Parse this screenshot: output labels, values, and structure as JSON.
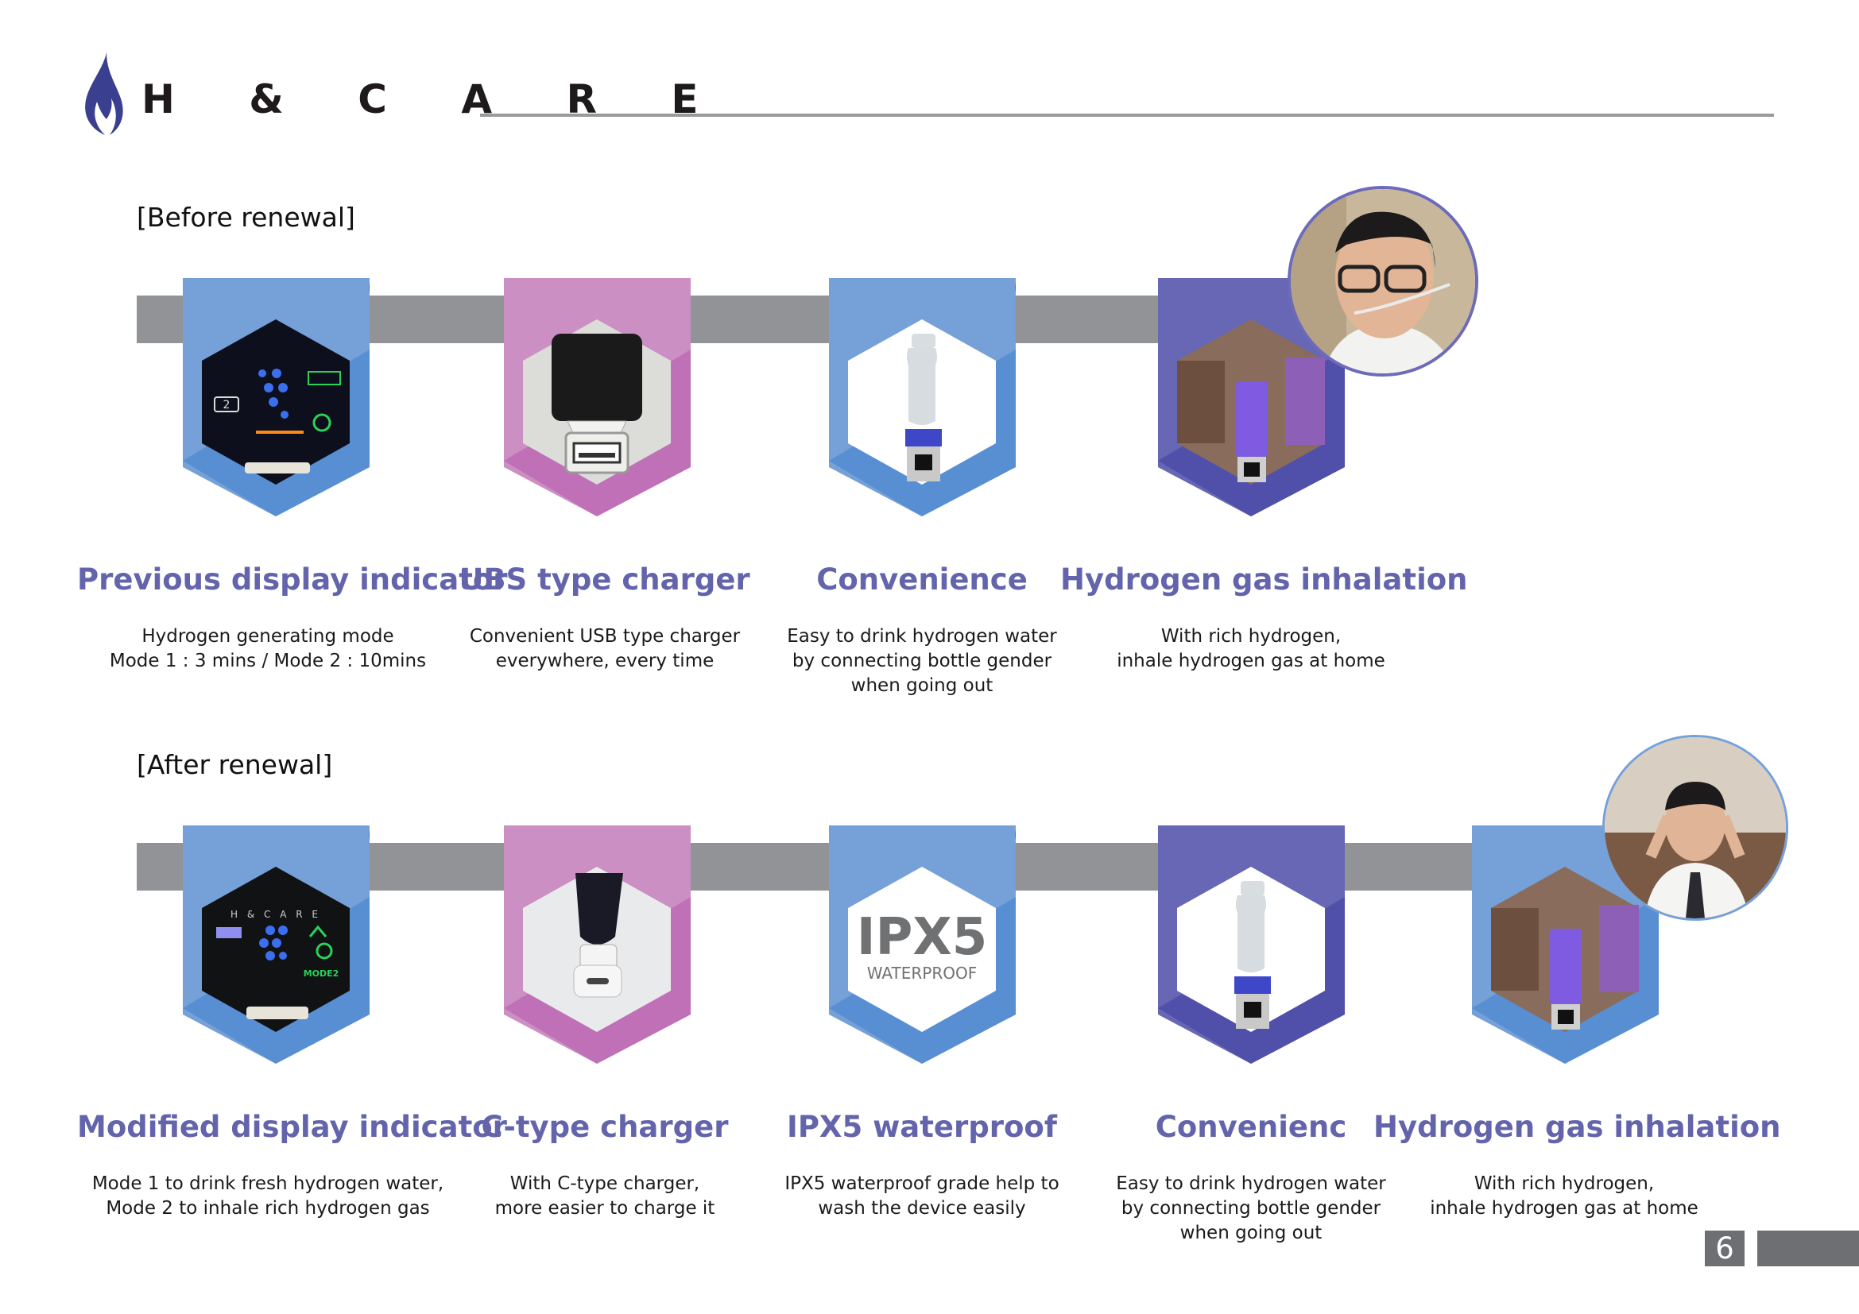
{
  "brand": {
    "name": "H & C A R E",
    "logo_color": "#3b3f8f"
  },
  "before": {
    "label": "[Before renewal]",
    "cards": [
      {
        "title": "Previous display indicator",
        "desc": [
          "Hydrogen generating mode",
          "Mode 1 : 3 mins / Mode 2 : 10mins"
        ],
        "color": "#76a0d8",
        "icon": "display-panel-icon",
        "display_text": [
          "2"
        ]
      },
      {
        "title": "UBS type charger",
        "desc": [
          "Convenient USB type charger",
          "everywhere, every time"
        ],
        "color": "#cc8fc3",
        "icon": "usb-charger-icon"
      },
      {
        "title": "Convenience",
        "desc": [
          "Easy to drink hydrogen water",
          "by connecting bottle gender",
          "when going out"
        ],
        "color": "#76a0d8",
        "icon": "bottle-device-icon"
      },
      {
        "title": "Hydrogen gas inhalation",
        "desc": [
          "With rich hydrogen,",
          "inhale hydrogen gas at home"
        ],
        "color": "#6767b5",
        "icon": "inhalation-device-icon"
      }
    ]
  },
  "after": {
    "label": "[After renewal]",
    "cards": [
      {
        "title": "Modified display indicator",
        "desc": [
          "Mode 1 to drink fresh hydrogen water,",
          "Mode 2 to inhale rich hydrogen gas"
        ],
        "color": "#76a0d8",
        "icon": "display-panel-icon",
        "display_text": [
          "H & C A R E",
          "MODE2"
        ]
      },
      {
        "title": "C-type charger",
        "desc": [
          "With C-type charger,",
          "more easier to charge it"
        ],
        "color": "#cc8fc3",
        "icon": "c-type-charger-icon"
      },
      {
        "title": "IPX5 waterproof",
        "desc": [
          "IPX5 waterproof grade help to",
          "wash the device easily"
        ],
        "color": "#76a0d8",
        "icon": "waterproof-badge-icon",
        "badge": {
          "big": "IPX5",
          "small": "WATERPROOF"
        }
      },
      {
        "title": "Convenienc",
        "desc": [
          "Easy to drink hydrogen water",
          "by connecting bottle gender",
          "when going out"
        ],
        "color": "#6767b5",
        "icon": "bottle-device-icon"
      },
      {
        "title": "Hydrogen gas inhalation",
        "desc": [
          "With rich hydrogen,",
          "inhale hydrogen gas at home"
        ],
        "color": "#76a0d8",
        "icon": "inhalation-device-icon"
      }
    ]
  },
  "page_number": "6",
  "colors": {
    "title": "#6364ab",
    "bar": "#929396",
    "blue": "#76a0d8",
    "pink": "#cc8fc3",
    "purple": "#6767b5"
  }
}
